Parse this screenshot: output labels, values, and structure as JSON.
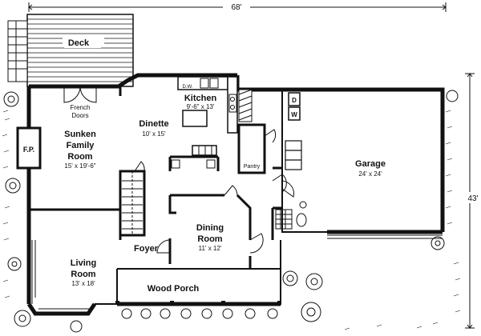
{
  "dimensions": {
    "overall_width": "68'",
    "overall_depth": "43'"
  },
  "rooms": {
    "deck": {
      "name": "Deck"
    },
    "french_doors": {
      "line1": "French",
      "line2": "Doors"
    },
    "family_room": {
      "line1": "Sunken",
      "line2": "Family",
      "line3": "Room",
      "size": "15' x 19'-6\""
    },
    "fireplace": {
      "label": "F.P."
    },
    "dinette": {
      "name": "Dinette",
      "size": "10' x 15'"
    },
    "kitchen": {
      "name": "Kitchen",
      "size": "9'-6\" x 13'",
      "dishwasher": "D.W."
    },
    "pantry": {
      "name": "Pantry"
    },
    "laundry": {
      "dryer": "D",
      "washer": "W"
    },
    "garage": {
      "name": "Garage",
      "size": "24' x 24'"
    },
    "foyer": {
      "name": "Foyer"
    },
    "dining_room": {
      "line1": "Dining",
      "line2": "Room",
      "size": "11' x 12'"
    },
    "living_room": {
      "line1": "Living",
      "line2": "Room",
      "size": "13' x 18'"
    },
    "wood_porch": {
      "name": "Wood Porch"
    }
  },
  "colors": {
    "ink": "#111111",
    "paper": "#ffffff"
  }
}
